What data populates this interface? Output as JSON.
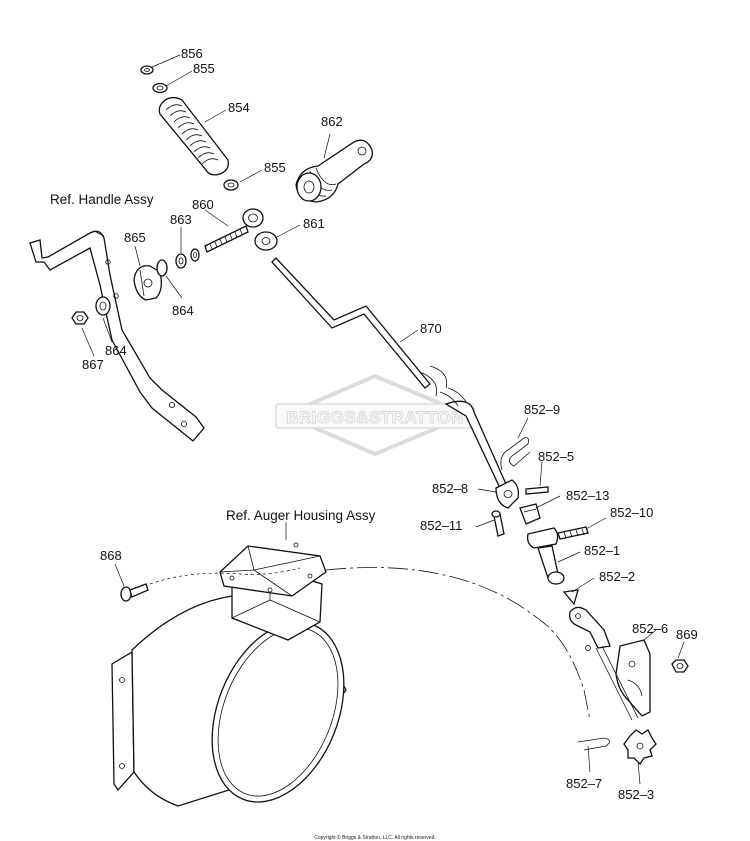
{
  "diagram": {
    "watermark": "BRIGGS&STRATTON",
    "copyright": "Copyright © Briggs & Stratton, LLC. All rights reserved.",
    "references": {
      "handle_assy": "Ref. Handle Assy",
      "auger_housing_assy": "Ref. Auger Housing Assy"
    },
    "labels": {
      "p856": "856",
      "p855a": "855",
      "p854": "854",
      "p862": "862",
      "p855b": "855",
      "p860": "860",
      "p863": "863",
      "p865": "865",
      "p861": "861",
      "p864a": "864",
      "p864b": "864",
      "p867": "867",
      "p870": "870",
      "p852_9": "852–9",
      "p852_5": "852–5",
      "p852_8": "852–8",
      "p852_13": "852–13",
      "p852_10": "852–10",
      "p852_11": "852–11",
      "p852_1": "852–1",
      "p852_2": "852–2",
      "p852_6": "852–6",
      "p869": "869",
      "p868": "868",
      "p852_7": "852–7",
      "p852_3": "852–3"
    }
  }
}
